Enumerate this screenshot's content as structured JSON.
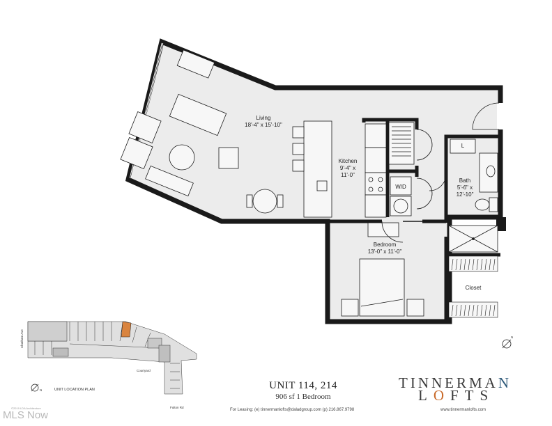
{
  "rooms": {
    "living": {
      "name": "Living",
      "dims": "18'-4\" x 15'-10\""
    },
    "kitchen": {
      "name": "Kitchen",
      "dims_line1": "9'-4\" x",
      "dims_line2": "11'-0\""
    },
    "bath": {
      "name": "Bath",
      "dims_line1": "5'-6\" x",
      "dims_line2": "12'-10\""
    },
    "bedroom": {
      "name": "Bedroom",
      "dims": "13'-0\" x 11'-0\""
    },
    "closet": {
      "name": "Closet"
    },
    "wd": {
      "name": "W/D"
    },
    "linen": {
      "name": "L"
    }
  },
  "location_plan": {
    "title": "UNIT LOCATION PLAN",
    "street_left": "Chatham Ave",
    "street_bottom": "Fulton Rd",
    "courtyard": "Courtyard",
    "north": "N"
  },
  "unit": {
    "title": "UNIT 114, 214",
    "subtitle": "906 sf   1 Bedroom"
  },
  "brand": {
    "line1_start": "TINNERMA",
    "line1_end": "N",
    "line2_start": "L",
    "line2_o": "O",
    "line2_end": "FTS"
  },
  "footer": {
    "leasing": "For Leasing:  (e) tinnermanlofts@daladgroup.com   (p) 216.867.9798",
    "website": "www.tinnermanlofts.com"
  },
  "north_label": "N",
  "watermark": "MLS Now",
  "copyright": "©2019 LDA Architecture",
  "colors": {
    "wall": "#1a1a1a",
    "floor": "#ececec",
    "highlight": "#d9843f"
  }
}
